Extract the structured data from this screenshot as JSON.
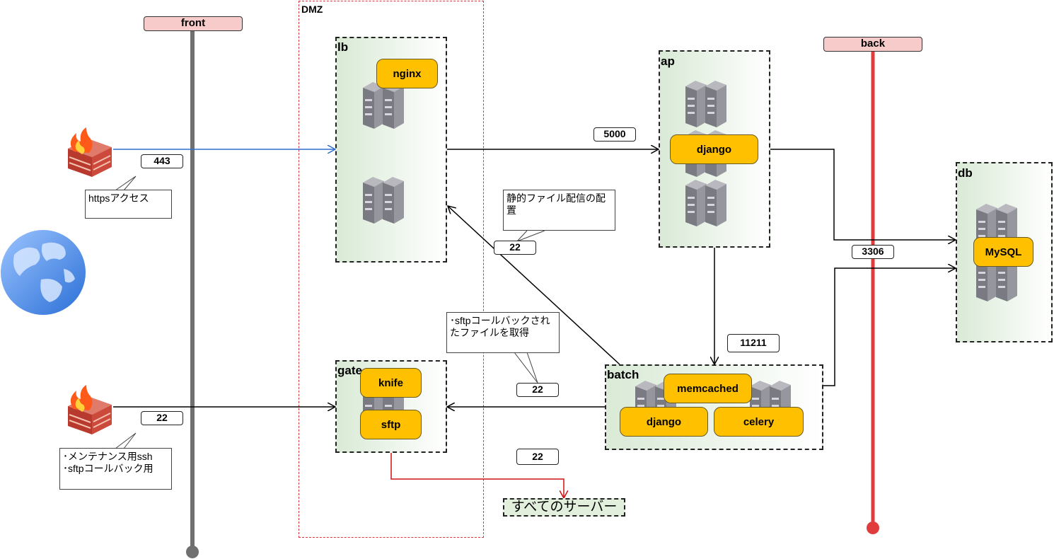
{
  "networks": {
    "front": "front",
    "back": "back",
    "dmz": "DMZ"
  },
  "groups": {
    "lb": "lb",
    "ap": "ap",
    "db": "db",
    "gate": "gate",
    "batch": "batch"
  },
  "services": {
    "nginx": "nginx",
    "django_ap": "django",
    "mysql": "MySQL",
    "knife": "knife",
    "sftp": "sftp",
    "memcached": "memcached",
    "django_batch": "django",
    "celery": "celery"
  },
  "ports": {
    "https": "443",
    "ap": "5000",
    "db": "3306",
    "static": "22",
    "memcached": "11211",
    "sftp_get": "22",
    "ssh_front": "22",
    "ssh_all": "22"
  },
  "notes": {
    "https": "httpsアクセス",
    "static": "静的ファイル配信の配置",
    "sftp_get": "･sftpコールバックされたファイルを取得",
    "ssh_front": "･メンテナンス用ssh\n･sftpコールバック用"
  },
  "target": "すべてのサーバー",
  "colors": {
    "front_line": "#707070",
    "back_line": "#e03c3c",
    "https_arrow": "#2f6fd0",
    "ssh_all_arrow": "#d01010",
    "service_fill": "#ffc000",
    "network_label_fill": "#f8cbcb"
  }
}
